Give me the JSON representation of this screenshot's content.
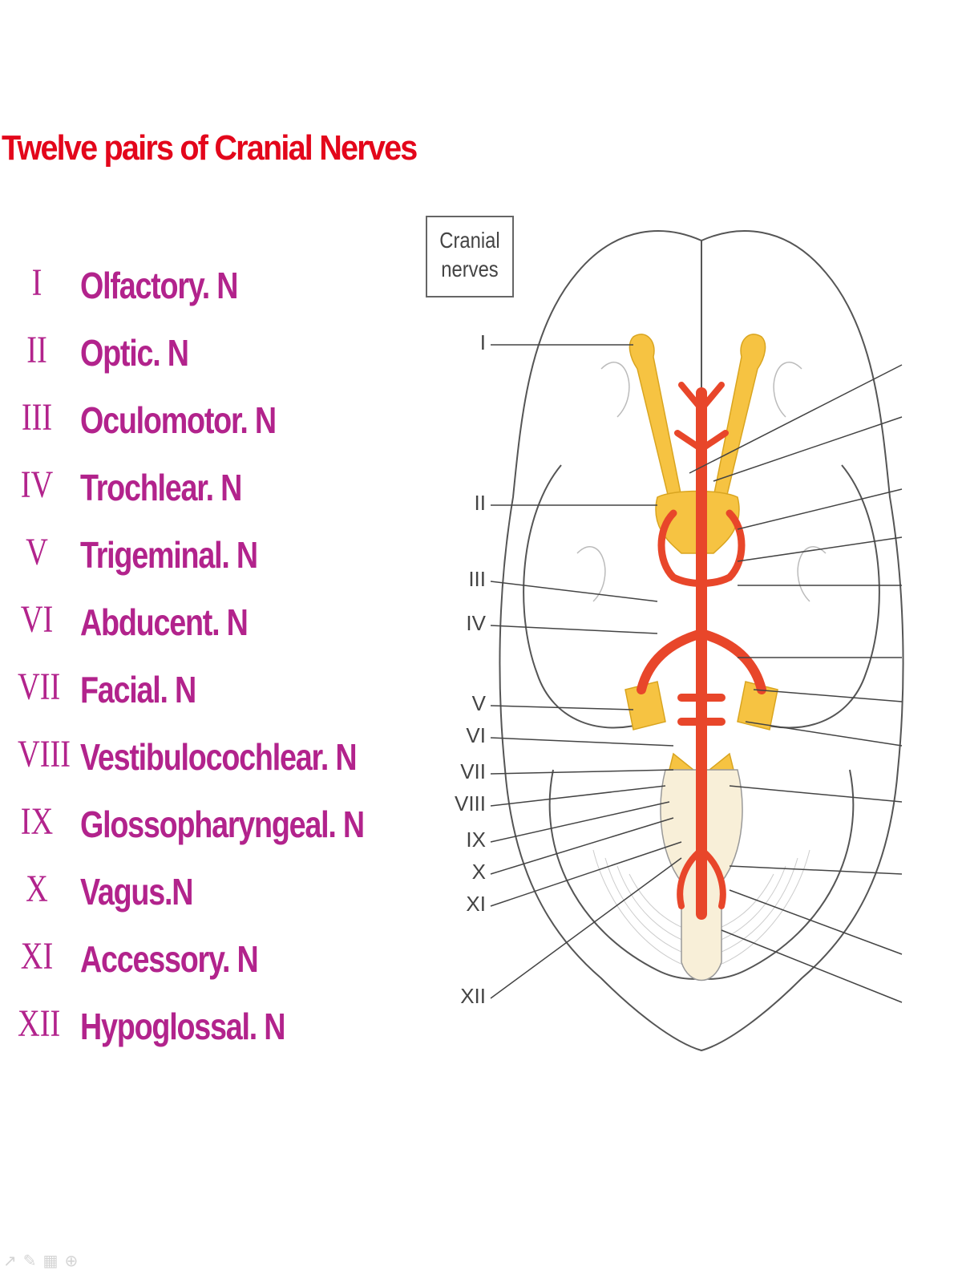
{
  "title": "Twelve pairs of Cranial Nerves",
  "nerves": [
    {
      "numeral": "I",
      "name": "Olfactory. N"
    },
    {
      "numeral": "II",
      "name": "Optic. N"
    },
    {
      "numeral": "III",
      "name": "Oculomotor. N"
    },
    {
      "numeral": "IV",
      "name": "Trochlear. N"
    },
    {
      "numeral": "V",
      "name": "Trigeminal. N"
    },
    {
      "numeral": "VI",
      "name": "Abducent. N"
    },
    {
      "numeral": "VII",
      "name": "Facial. N"
    },
    {
      "numeral": "VIII",
      "name": "Vestibulocochlear. N"
    },
    {
      "numeral": "IX",
      "name": "Glossopharyngeal. N"
    },
    {
      "numeral": "X",
      "name": "Vagus.N"
    },
    {
      "numeral": "XI",
      "name": "Accessory. N"
    },
    {
      "numeral": "XII",
      "name": "Hypoglossal. N"
    }
  ],
  "diagram": {
    "box_label_line1": "Cranial",
    "box_label_line2": "nerves",
    "labels": [
      "I",
      "II",
      "III",
      "IV",
      "V",
      "VI",
      "VII",
      "VIII",
      "IX",
      "X",
      "XI",
      "XII"
    ]
  },
  "colors": {
    "title": "#e3061b",
    "list_text": "#b2238c",
    "nerve_fill": "#f6c342",
    "artery_fill": "#e8462a",
    "brain_outline": "#555555"
  },
  "icons": [
    "pointer-icon",
    "pen-icon",
    "slides-icon",
    "zoom-icon"
  ]
}
